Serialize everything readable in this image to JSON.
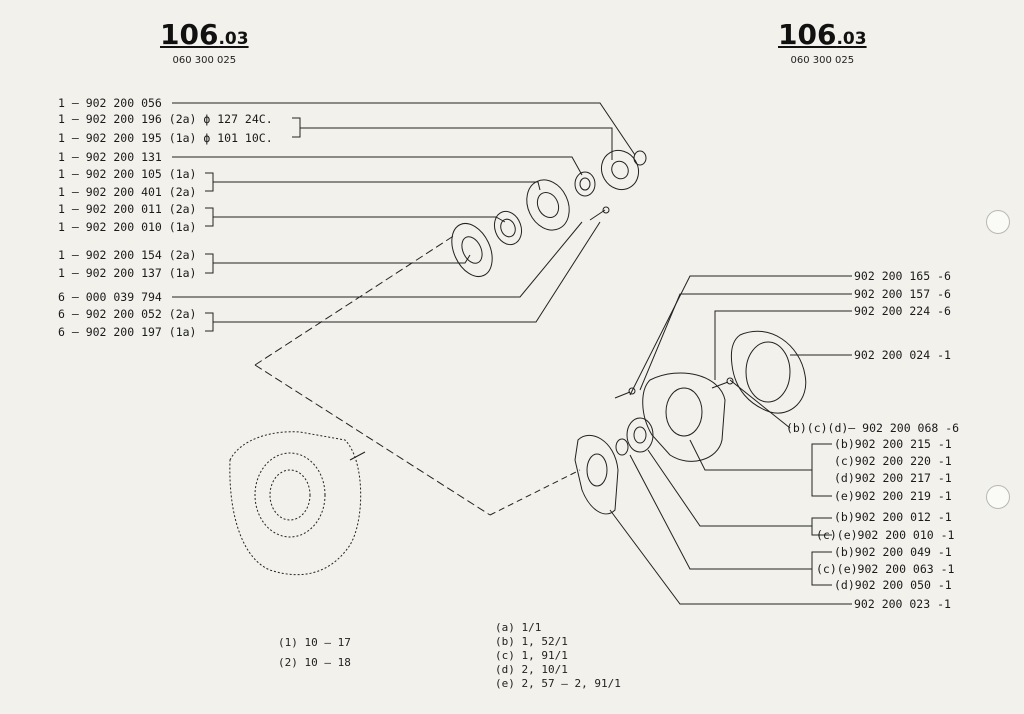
{
  "header_left": {
    "number": "106",
    "suffix": ".03",
    "code": "060 300 025"
  },
  "header_right": {
    "number": "106",
    "suffix": ".03",
    "code": "060 300 025"
  },
  "left_parts": [
    "1 – 902 200 056",
    "1 – 902 200 196 (2a) ϕ 127  24C.",
    "1 – 902 200 195 (1a) ϕ 101  10C.",
    "1 – 902 200 131",
    "1 – 902 200 105 (1a)",
    "1 – 902 200 401 (2a)",
    "1 – 902 200 011 (2a)",
    "1 – 902 200 010 (1a)",
    "1 – 902 200 154 (2a)",
    "1 – 902 200 137 (1a)",
    "6 – 000 039 794",
    "6 – 902 200 052 (2a)",
    "6 – 902 200 197 (1a)"
  ],
  "right_parts": [
    "902 200 165 -6",
    "902 200 157 -6",
    "902 200 224 -6",
    "902 200 024 -1",
    "(b)(c)(d)— 902 200 068 -6",
    "(b)902 200 215 -1",
    "(c)902 200 220 -1",
    "(d)902 200 217 -1",
    "(e)902 200 219 -1",
    "(b)902 200 012 -1",
    "(c)(e)902 200 010 -1",
    "(b)902 200 049 -1",
    "(c)(e)902 200 063 -1",
    "(d)902 200 050 -1",
    "902 200 023 -1"
  ],
  "notes_left": [
    "(1) 10 – 17",
    "(2) 10 – 18"
  ],
  "notes_right": [
    "(a) 1/1",
    "(b) 1, 52/1",
    "(c) 1, 91/1",
    "(d) 2, 10/1",
    "(e) 2, 57 – 2, 91/1"
  ]
}
